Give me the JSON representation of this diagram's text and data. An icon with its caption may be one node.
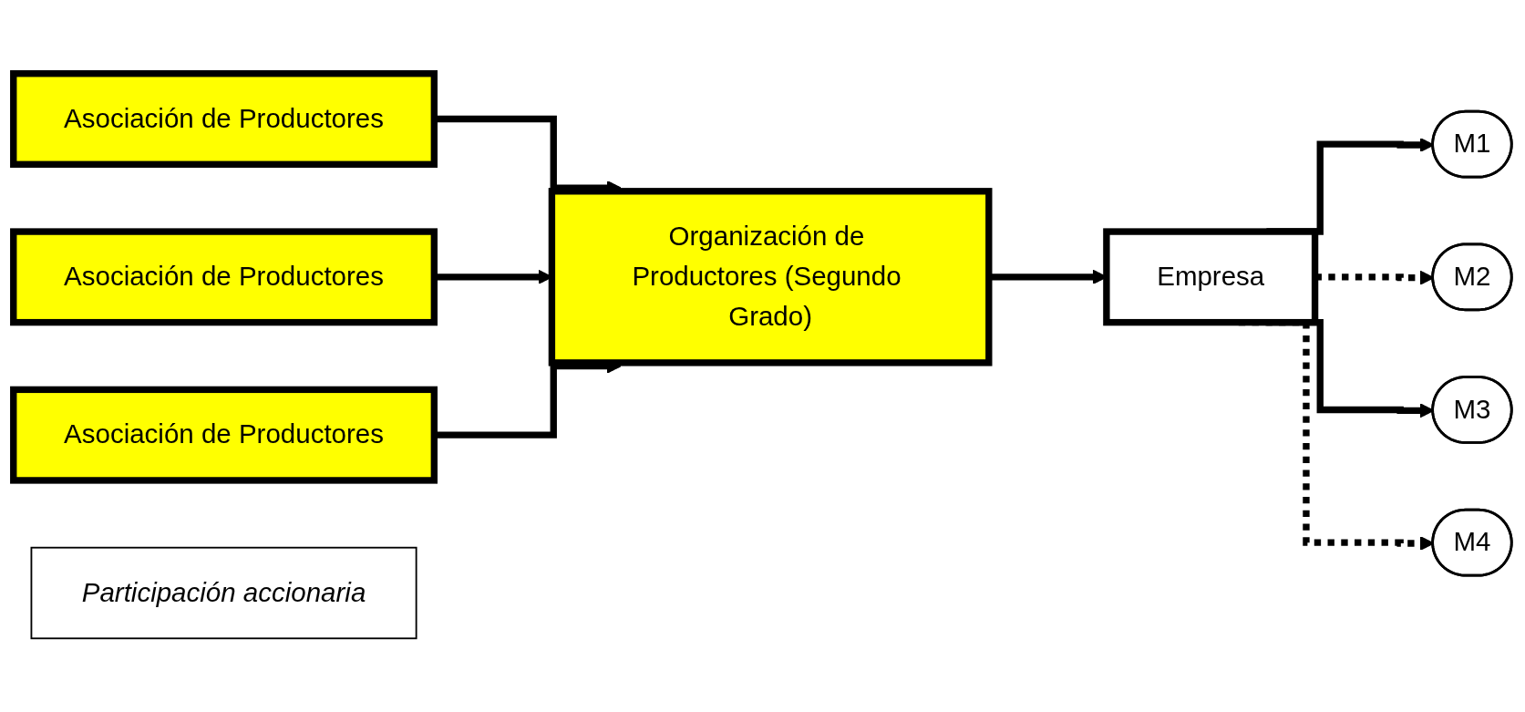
{
  "diagram": {
    "nodes": [
      {
        "text": [
          "Organización de Productores (Segundo Grado)"
        ]
      },
      {
        "text": [
          "Empresa"
        ]
      },
      {
        "text": [
          "M1"
        ]
      },
      {
        "text": [
          "M2"
        ]
      },
      {
        "text": [
          "M3"
        ]
      },
      {
        "text": [
          "M4"
        ]
      },
      {
        "text": [
          "Asociación de Productores"
        ]
      },
      {
        "text": [
          "Asociación de Productores"
        ]
      },
      {
        "text": [
          "Asociación de Productores"
        ]
      },
      {
        "text": [
          "Participación accionaria"
        ]
      }
    ],
    "edges": [
      {
        "from": 6,
        "to": 0,
        "arrow": "to"
      },
      {
        "from": 7,
        "to": 0,
        "arrow": "to"
      },
      {
        "from": 8,
        "to": 0,
        "arrow": "to"
      },
      {
        "from": 0,
        "to": 1,
        "arrow": "to"
      },
      {
        "from": 1,
        "to": 2,
        "arrow": "to"
      },
      {
        "from": 1,
        "to": 3,
        "arrow": "to",
        "style": "dashed"
      },
      {
        "from": 1,
        "to": 4,
        "arrow": "to"
      },
      {
        "from": 1,
        "to": 5,
        "arrow": "to",
        "style": "dashed"
      }
    ]
  }
}
